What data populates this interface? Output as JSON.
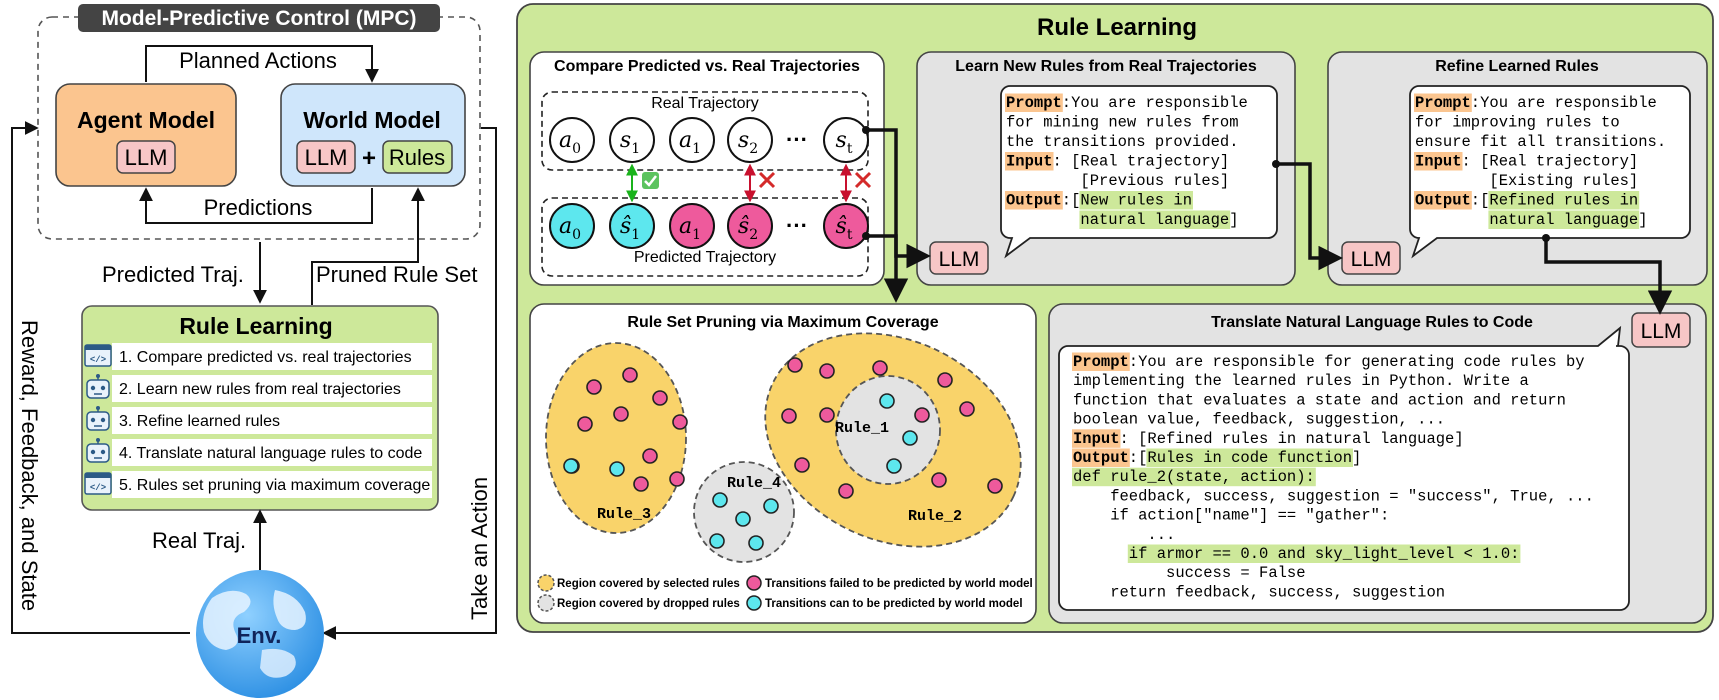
{
  "mpc": {
    "title": "Model-Predictive Control (MPC)",
    "planned_actions": "Planned Actions",
    "predictions": "Predictions",
    "agent_model": {
      "title": "Agent Model",
      "llm": "LLM"
    },
    "world_model": {
      "title": "World Model",
      "llm": "LLM",
      "plus": "+",
      "rules": "Rules"
    }
  },
  "left_flow": {
    "predicted_traj": "Predicted Traj.",
    "pruned_rule_set": "Pruned Rule Set",
    "real_traj": "Real Traj.",
    "reward_feedback_state": "Reward, Feedback, and State",
    "take_action": "Take an Action",
    "env": "Env."
  },
  "rule_learning_box": {
    "title": "Rule Learning",
    "steps": [
      {
        "label": "1. Compare predicted vs. real trajectories",
        "icon": "code-window-icon"
      },
      {
        "label": "2. Learn new rules from real trajectories",
        "icon": "robot-icon"
      },
      {
        "label": "3. Refine learned rules",
        "icon": "robot-icon"
      },
      {
        "label": "4. Translate natural language rules to code",
        "icon": "robot-icon"
      },
      {
        "label": "5. Rules set pruning via maximum coverage",
        "icon": "code-window-icon"
      }
    ]
  },
  "main": {
    "title": "Rule Learning",
    "compare": {
      "title": "Compare Predicted vs. Real Trajectories",
      "real_label": "Real Trajectory",
      "pred_label": "Predicted Trajectory",
      "real_nodes": [
        "a0",
        "s1",
        "a1",
        "s2",
        "st"
      ],
      "pred_nodes": [
        "a0",
        "ŝ1",
        "a1",
        "ŝ2",
        "ŝt"
      ],
      "dots": "···",
      "checks": [
        "check",
        "cross",
        "cross"
      ]
    },
    "learn": {
      "title": "Learn New Rules from Real Trajectories",
      "lines": [
        [
          {
            "t": "Prompt",
            "hl": "orange"
          },
          {
            "t": ":You are responsible"
          }
        ],
        [
          {
            "t": "for mining new rules from"
          }
        ],
        [
          {
            "t": "the transitions provided."
          }
        ],
        [
          {
            "t": "Input",
            "hl": "orange"
          },
          {
            "t": ": [Real trajectory]"
          }
        ],
        [
          {
            "t": "        [Previous rules]"
          }
        ],
        [
          {
            "t": "Output",
            "hl": "orange"
          },
          {
            "t": ":["
          },
          {
            "t": "New rules in",
            "hl": "green"
          }
        ],
        [
          {
            "t": "        "
          },
          {
            "t": "natural language",
            "hl": "green"
          },
          {
            "t": "]"
          }
        ]
      ],
      "llm": "LLM"
    },
    "refine": {
      "title": "Refine Learned Rules",
      "lines": [
        [
          {
            "t": "Prompt",
            "hl": "orange"
          },
          {
            "t": ":You are responsible"
          }
        ],
        [
          {
            "t": "for improving rules to"
          }
        ],
        [
          {
            "t": "ensure fit all transitions."
          }
        ],
        [
          {
            "t": "Input",
            "hl": "orange"
          },
          {
            "t": ": [Real trajectory]"
          }
        ],
        [
          {
            "t": "        [Existing rules]"
          }
        ],
        [
          {
            "t": "Output",
            "hl": "orange"
          },
          {
            "t": ":["
          },
          {
            "t": "Refined rules in",
            "hl": "green"
          }
        ],
        [
          {
            "t": "        "
          },
          {
            "t": "natural language",
            "hl": "green"
          },
          {
            "t": "]"
          }
        ]
      ],
      "llm": "LLM"
    },
    "pruning": {
      "title": "Rule Set Pruning via Maximum Coverage",
      "rules": [
        "Rule_1",
        "Rule_2",
        "Rule_3",
        "Rule_4"
      ],
      "legend": [
        "Region covered by selected rules",
        "Region covered by dropped rules",
        "Transitions failed to be predicted by world model",
        "Transitions can to be predicted by world model"
      ]
    },
    "translate": {
      "title": "Translate Natural Language Rules to Code",
      "llm": "LLM",
      "lines": [
        [
          {
            "t": "Prompt",
            "hl": "orange"
          },
          {
            "t": ":You are responsible for generating code rules by"
          }
        ],
        [
          {
            "t": "implementing the learned rules in Python. Write a"
          }
        ],
        [
          {
            "t": "function that evaluates a state and action and return"
          }
        ],
        [
          {
            "t": "boolean value, feedback, suggestion, ..."
          }
        ],
        [
          {
            "t": "Input",
            "hl": "orange"
          },
          {
            "t": ": [Refined rules in natural language]"
          }
        ],
        [
          {
            "t": "Output",
            "hl": "orange"
          },
          {
            "t": ":["
          },
          {
            "t": "Rules in code function",
            "hl": "green"
          },
          {
            "t": "]"
          }
        ],
        [
          {
            "t": "def rule_2(state, action):",
            "hl": "green"
          }
        ],
        [
          {
            "t": "    feedback, success, suggestion = \"success\", True, ..."
          }
        ],
        [
          {
            "t": "    if action[\"name\"] == \"gather\":"
          }
        ],
        [
          {
            "t": "        ..."
          }
        ],
        [
          {
            "t": "      "
          },
          {
            "t": "if armor == 0.0 and sky_light_level < 1.0:",
            "hl": "green"
          }
        ],
        [
          {
            "t": "          success = False"
          }
        ],
        [
          {
            "t": "    return feedback, success, suggestion"
          }
        ]
      ]
    }
  },
  "colors": {
    "green_bg": "#cde89a",
    "orange": "#fbc58f",
    "blue": "#cfe6fb",
    "pink": "#f7c6c6",
    "yellow": "#f9d36a",
    "magenta": "#ee5a9c",
    "cyan": "#5de7ee",
    "gray_panel": "#e3e3e3"
  }
}
